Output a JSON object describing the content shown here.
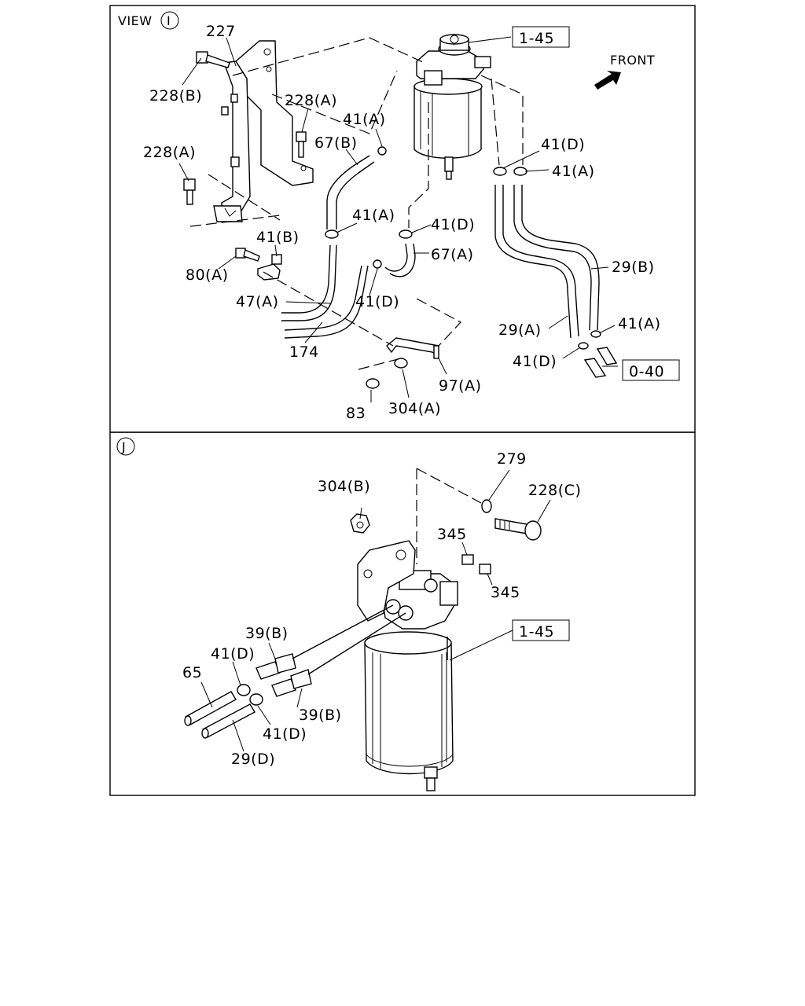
{
  "panel_i": {
    "view_label": "VIEW",
    "view_circle": "I",
    "labels": {
      "l227": "227",
      "l228b": "228(B)",
      "l228a_top": "228(A)",
      "l228a_left": "228(A)",
      "l145": "1-45",
      "front": "FRONT",
      "l41a_top": "41(A)",
      "l67b": "67(B)",
      "l41d_right": "41(D)",
      "l41a_right": "41(A)",
      "l41a_mid": "41(A)",
      "l41d_mid": "41(D)",
      "l41b": "41(B)",
      "l67a": "67(A)",
      "l80a": "80(A)",
      "l47a": "47(A)",
      "l41d_low": "41(D)",
      "l29b": "29(B)",
      "l29a": "29(A)",
      "l41a_low": "41(A)",
      "l174": "174",
      "l41d_low2": "41(D)",
      "l040": "0-40",
      "l97a": "97(A)",
      "l83": "83",
      "l304a": "304(A)"
    }
  },
  "panel_j": {
    "view_circle": "J",
    "labels": {
      "l279": "279",
      "l304b": "304(B)",
      "l228c": "228(C)",
      "l345a": "345",
      "l345b": "345",
      "l145": "1-45",
      "l39b_top": "39(B)",
      "l41d_top": "41(D)",
      "l65": "65",
      "l39b_low": "39(B)",
      "l41d_low": "41(D)",
      "l29d": "29(D)"
    }
  }
}
